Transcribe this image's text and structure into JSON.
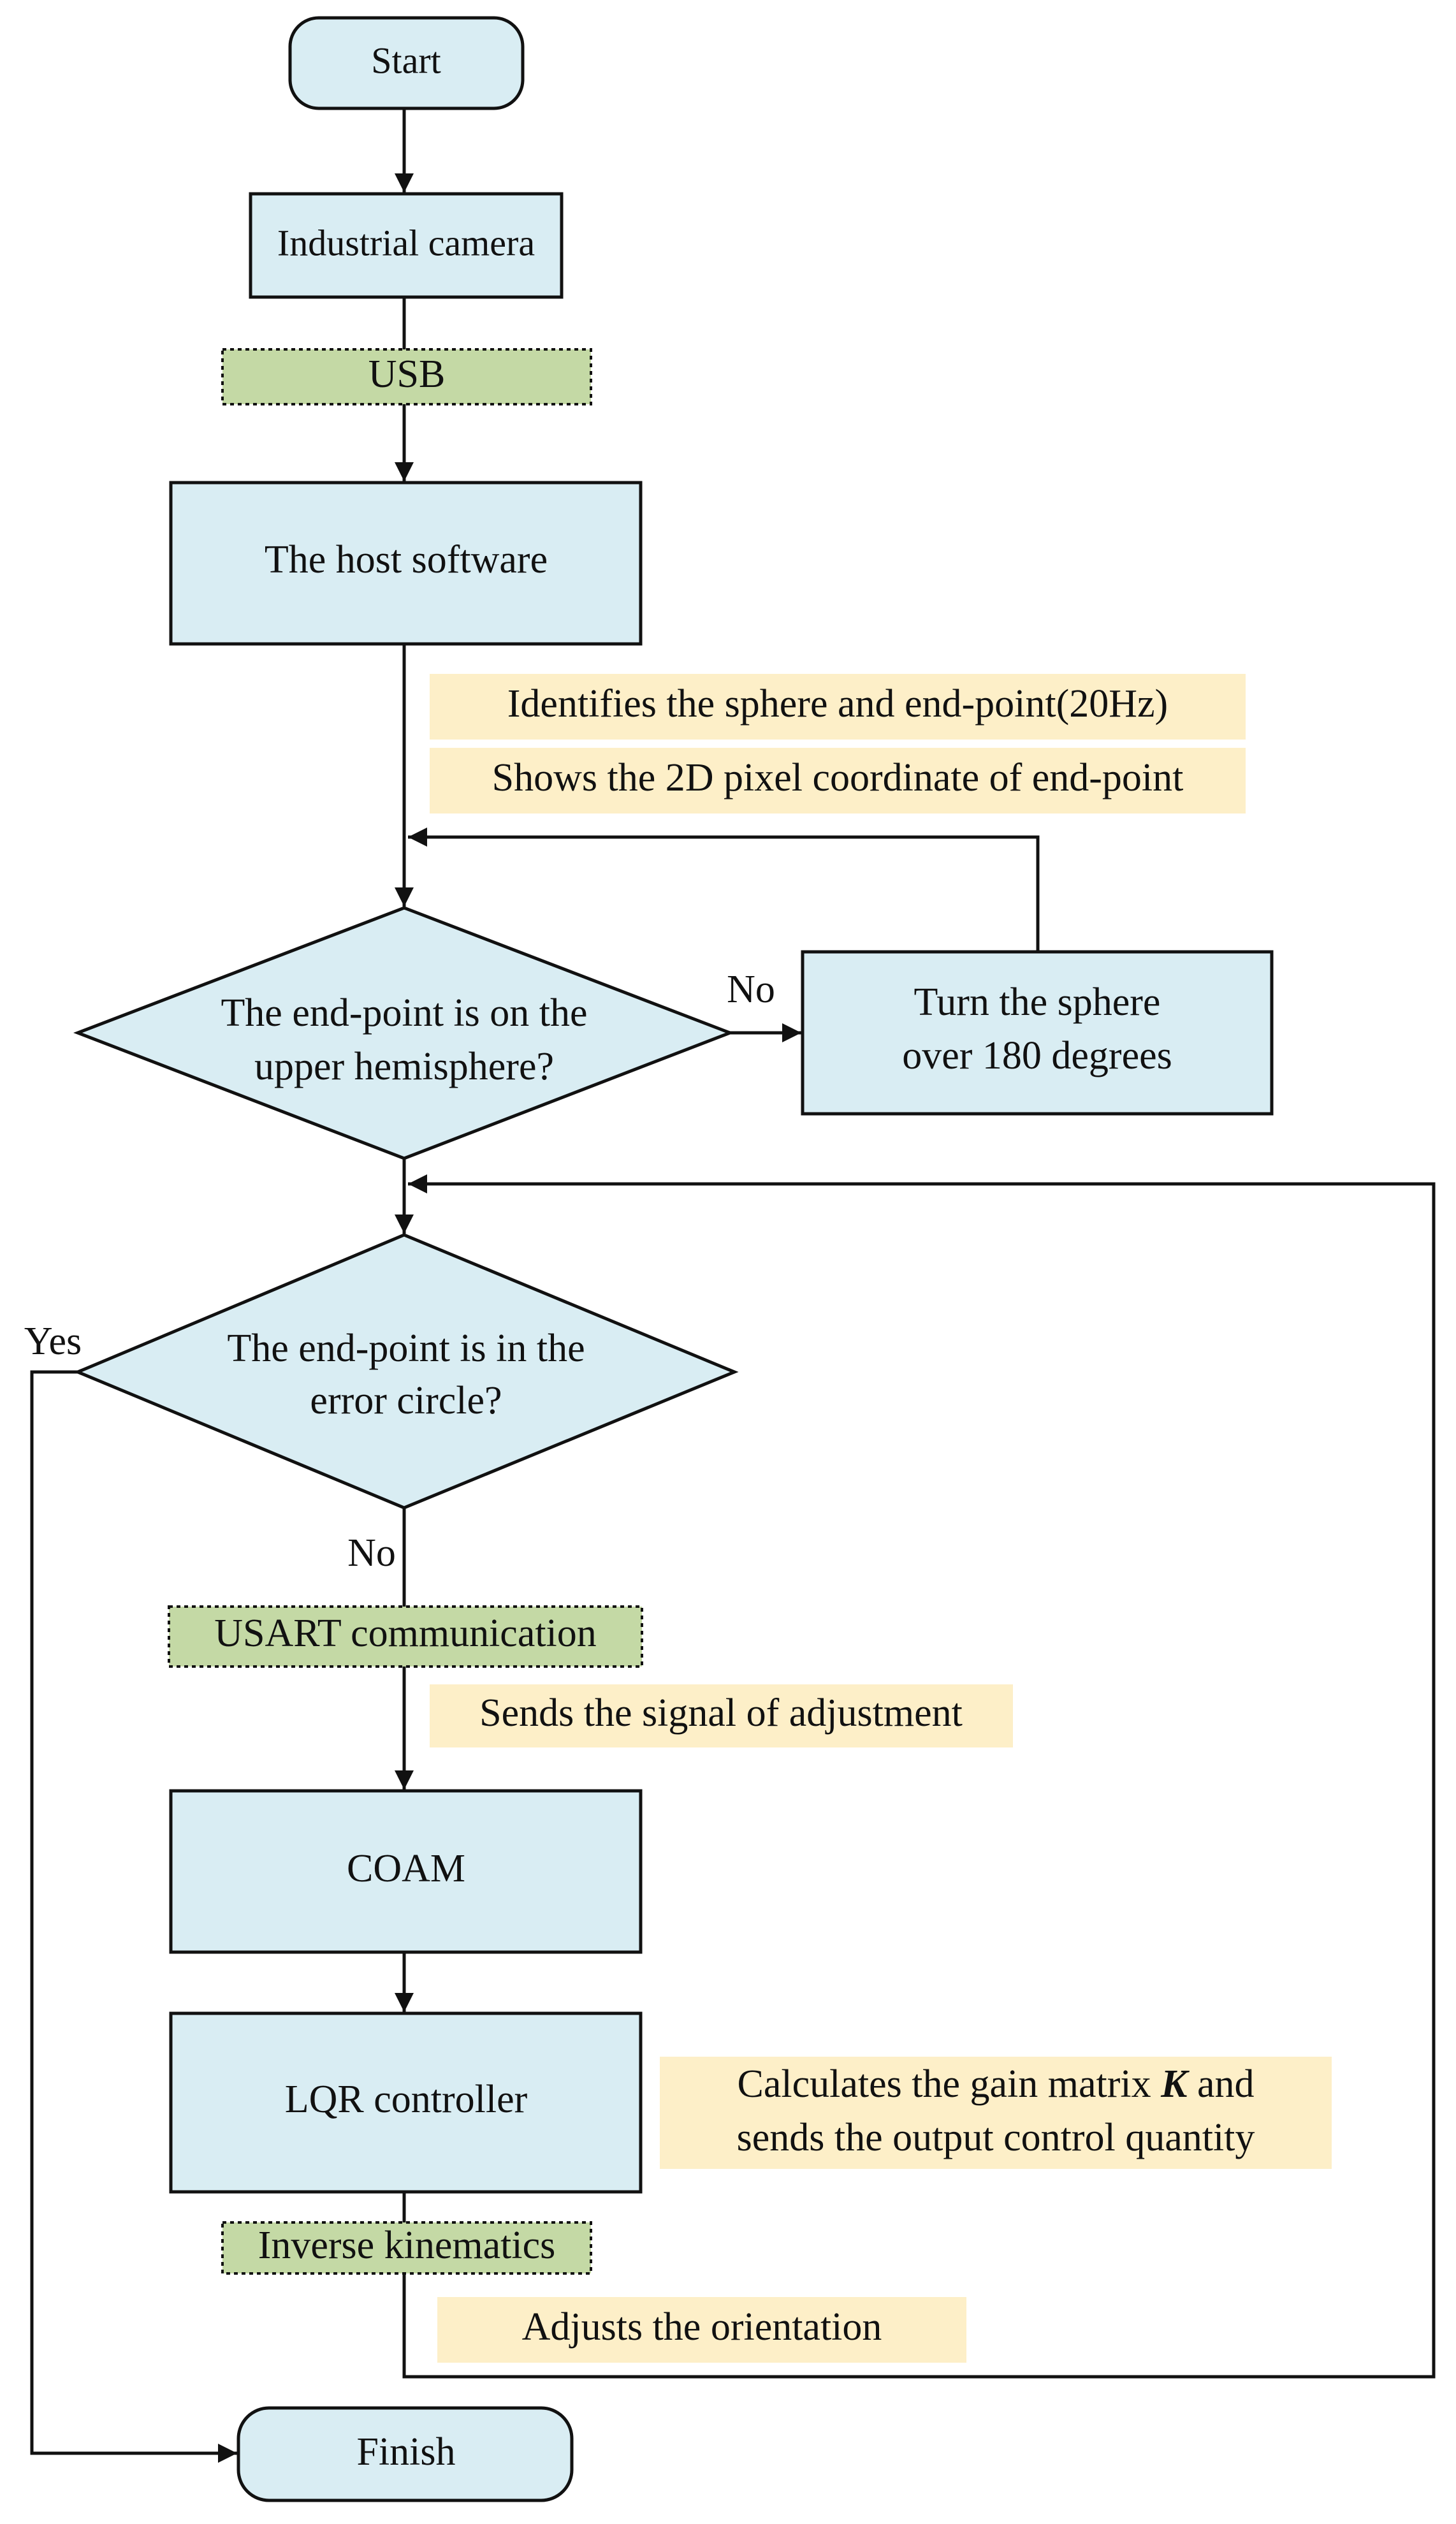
{
  "colors": {
    "process_fill": "#d9edf3",
    "interface_fill": "#c4d9a5",
    "note_fill": "#fdefc8",
    "stroke": "#111111"
  },
  "nodes": {
    "start": "Start",
    "camera": "Industrial camera",
    "usb": "USB",
    "host": "The host software",
    "note_identify": "Identifies the sphere and end-point(20Hz)",
    "note_show": "Shows the 2D pixel coordinate of end-point",
    "decision_upper_line1": "The end-point is on the",
    "decision_upper_line2": "upper hemisphere?",
    "turn_line1": "Turn the sphere",
    "turn_line2": "over 180 degrees",
    "decision_circle_line1": "The end-point is in the",
    "decision_circle_line2": "error circle?",
    "usart": "USART communication",
    "note_sends": "Sends the signal of adjustment",
    "coam": "COAM",
    "lqr": "LQR controller",
    "note_gain_pre": "Calculates the gain matrix ",
    "note_gain_k": "K",
    "note_gain_post": " and",
    "note_gain_line2": "sends the output control quantity",
    "inverse": "Inverse kinematics",
    "note_adjusts": "Adjusts the orientation",
    "finish": "Finish"
  },
  "edge_labels": {
    "no_upper": "No",
    "yes_circle": "Yes",
    "no_circle": "No"
  }
}
